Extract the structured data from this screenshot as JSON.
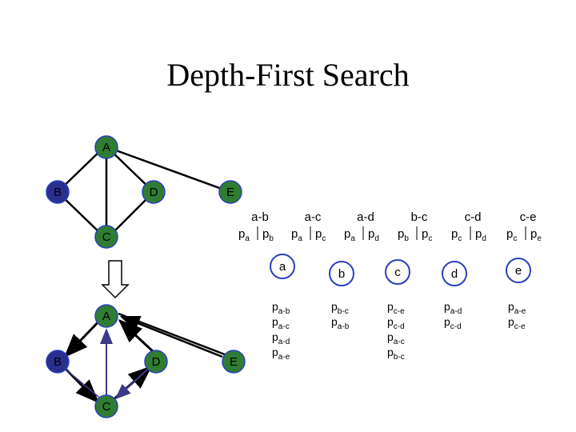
{
  "title": "Depth-First Search",
  "colors": {
    "node_fill": "#2e7d32",
    "node_fill_dark": "#2a2f8f",
    "edge": "#000000",
    "tree_edge": "#3b3a8a",
    "processor_ring": "#2a3fbf"
  },
  "top_graph": {
    "nodes": [
      "A",
      "B",
      "D",
      "E",
      "C"
    ],
    "edges": [
      [
        "A",
        "B"
      ],
      [
        "A",
        "C"
      ],
      [
        "A",
        "E"
      ],
      [
        "A",
        "D"
      ],
      [
        "B",
        "C"
      ],
      [
        "D",
        "C"
      ]
    ]
  },
  "bottom_graph": {
    "nodes": [
      "A",
      "B",
      "D",
      "E",
      "C"
    ],
    "arrow_icon": "down-arrow-icon"
  },
  "edge_processors": [
    {
      "name": "a-b",
      "p1": "a",
      "p2": "b"
    },
    {
      "name": "a-c",
      "p1": "a",
      "p2": "c"
    },
    {
      "name": "a-d",
      "p1": "a",
      "p2": "d"
    },
    {
      "name": "b-c",
      "p1": "b",
      "p2": "c"
    },
    {
      "name": "c-d",
      "p1": "c",
      "p2": "d"
    },
    {
      "name": "c-e",
      "p1": "c",
      "p2": "e"
    }
  ],
  "vertex_processors": [
    {
      "name": "a",
      "list": [
        "a-b",
        "a-c",
        "a-d",
        "a-e"
      ]
    },
    {
      "name": "b",
      "list": [
        "b-c",
        "a-b"
      ]
    },
    {
      "name": "c",
      "list": [
        "c-e",
        "c-d",
        "a-c",
        "b-c"
      ]
    },
    {
      "name": "d",
      "list": [
        "a-d",
        "c-d"
      ]
    },
    {
      "name": "e",
      "list": [
        "a-e",
        "c-e"
      ]
    }
  ],
  "p_symbol": "p"
}
